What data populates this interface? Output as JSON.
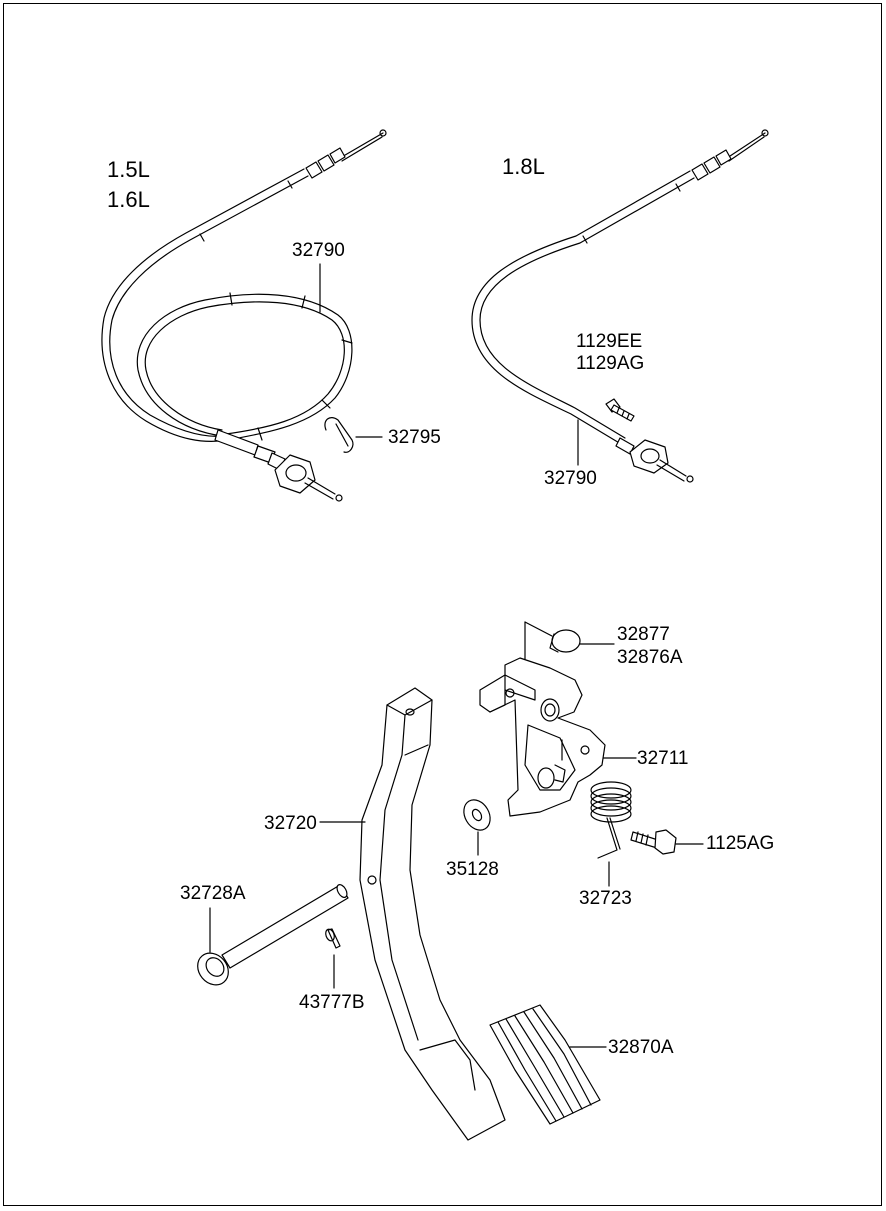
{
  "engine_groups": {
    "left": {
      "line1": "1.5L",
      "line2": "1.6L"
    },
    "right": {
      "line1": "1.8L"
    }
  },
  "parts": {
    "cable_left": "32790",
    "clip": "32795",
    "bolt_top_a": "1129EE",
    "bolt_top_b": "1129AG",
    "cable_right": "32790",
    "bushing_a": "32877",
    "bushing_b": "32876A",
    "bracket": "32711",
    "pedal_arm": "32720",
    "washer": "35128",
    "spring": "32723",
    "bolt": "1125AG",
    "pin": "32728A",
    "cotter_pin": "43777B",
    "pedal_pad": "32870A"
  },
  "colors": {
    "line": "#000000",
    "background": "#ffffff"
  }
}
